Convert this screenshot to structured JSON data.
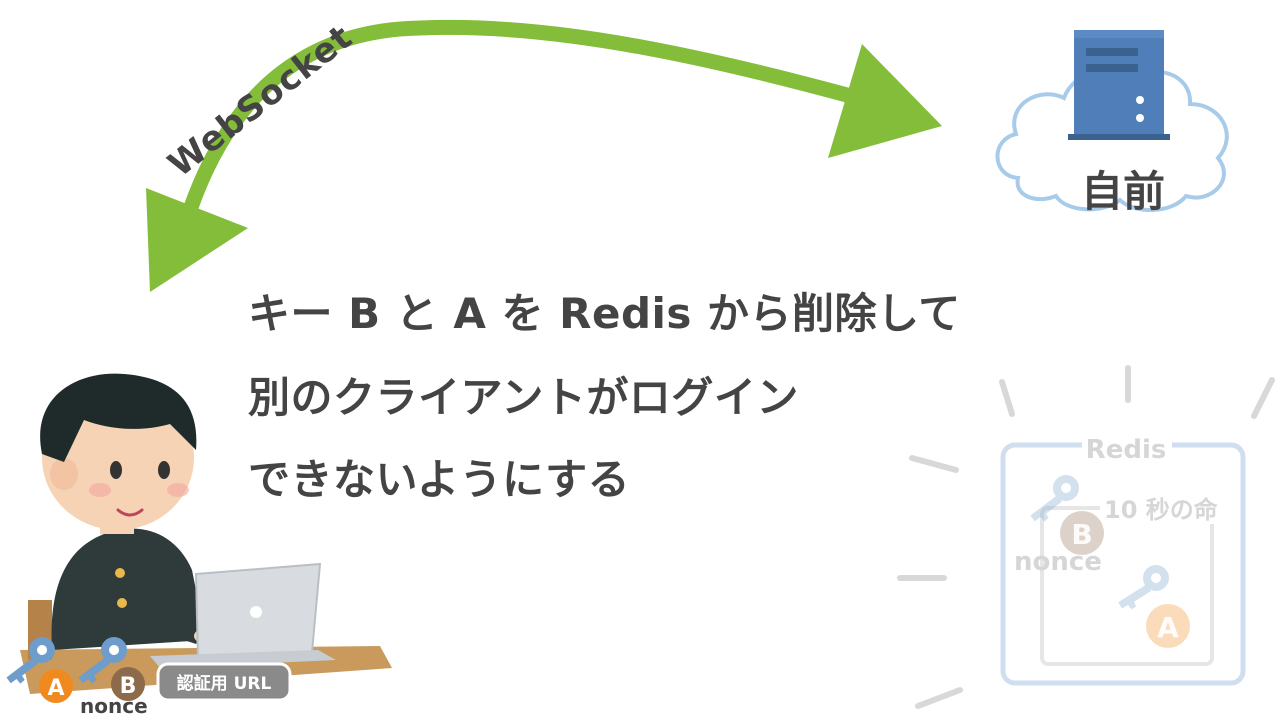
{
  "arrow_label": "WebSocket",
  "server": {
    "label": "自前"
  },
  "message": {
    "lines": [
      "キー B と A を Redis から削除して",
      "別のクライアントがログイン",
      "できないようにする"
    ]
  },
  "client": {
    "key_a_letter": "A",
    "key_b_letter": "B",
    "nonce_label": "nonce",
    "auth_url_label": "認証用 URL"
  },
  "redis_box": {
    "title": "Redis",
    "ttl_label": "10 秒の命",
    "key_b_letter": "B",
    "nonce_label": "nonce",
    "key_a_letter": "A"
  },
  "colors": {
    "arrow_green": "#84BD3A",
    "text_dark": "#444444",
    "server_blue": "#4F7EB8",
    "cloud_stroke": "#A8CBEA",
    "redis_faded_blue": "#C9D9EE",
    "key_blue": "#6E9CCB",
    "badge_orange": "#F08A1E",
    "badge_brown": "#8C6A4A",
    "url_badge_gray": "#8A8A8A"
  }
}
